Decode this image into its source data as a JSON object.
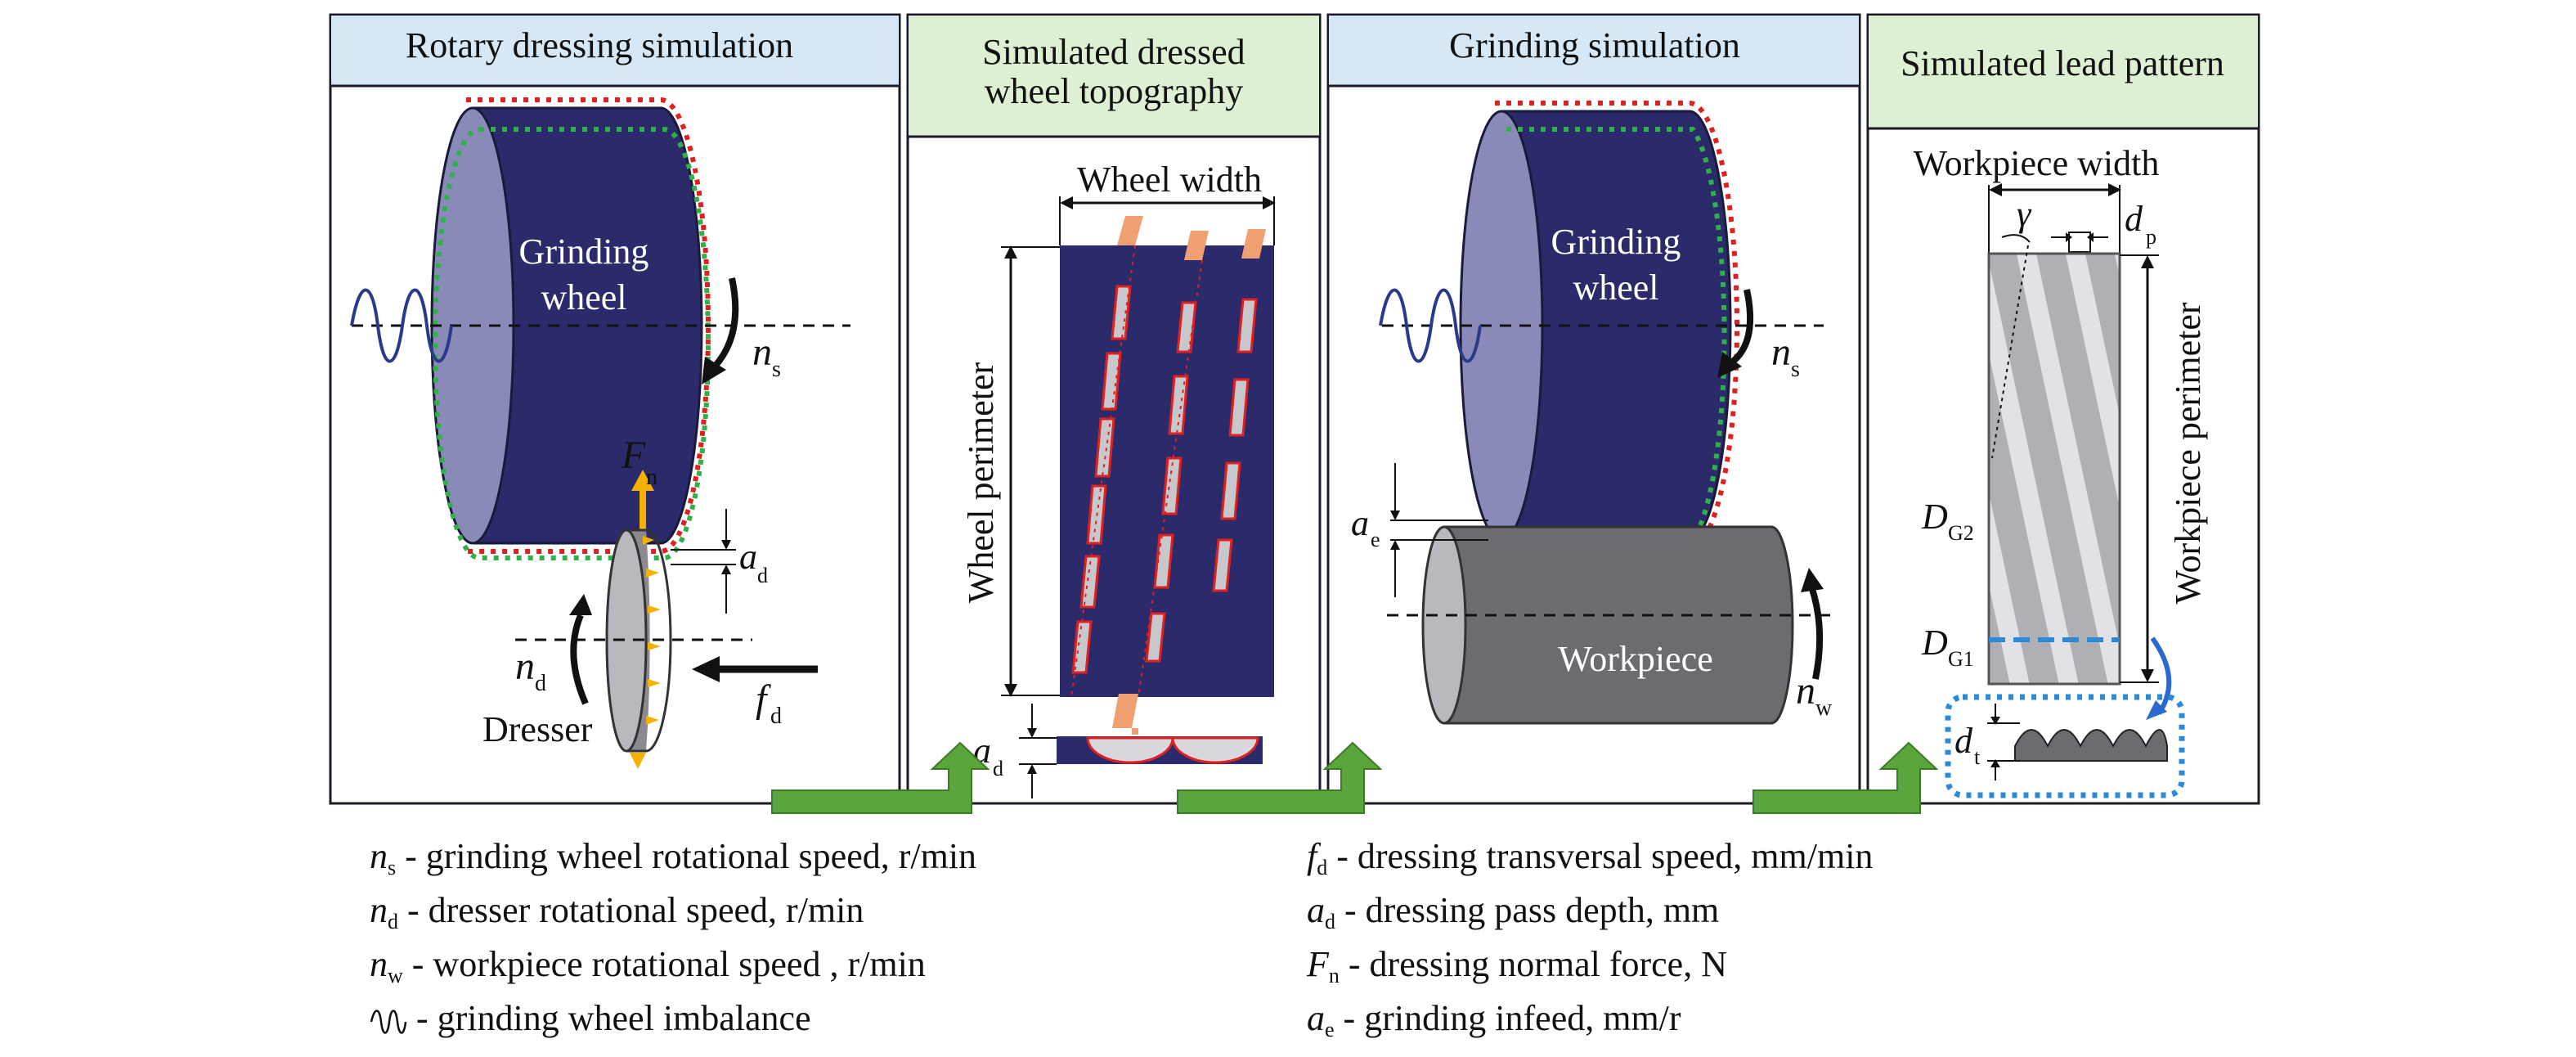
{
  "panels": [
    {
      "title": "Rotary dressing simulation"
    },
    {
      "title_lines": [
        "Simulated dressed",
        "wheel topography"
      ]
    },
    {
      "title": "Grinding simulation"
    },
    {
      "title": "Simulated lead pattern"
    }
  ],
  "labels": {
    "grinding_wheel_1": "Grinding",
    "grinding_wheel_2": "wheel",
    "n": "n",
    "s_sub": "s",
    "d_sub": "d",
    "w_sub": "w",
    "F": "F",
    "n_sub": "n",
    "a": "a",
    "e_sub": "e",
    "f": "f",
    "dresser": "Dresser",
    "wheel_width": "Wheel width",
    "wheel_perimeter": "Wheel perimeter",
    "workpiece": "Workpiece",
    "workpiece_width": "Workpiece width",
    "workpiece_perimeter": "Workpiece perimeter",
    "gamma": "γ",
    "d": "d",
    "p_sub": "p",
    "t_sub": "t",
    "D": "D",
    "G1_sub": "G1",
    "G2_sub": "G2"
  },
  "legend_left": [
    {
      "symbol": "n",
      "sub": "s",
      "text": " - grinding wheel rotational speed, r/min"
    },
    {
      "symbol": "n",
      "sub": "d",
      "text": " - dresser rotational speed, r/min"
    },
    {
      "symbol": "n",
      "sub": "w",
      "text": " - workpiece rotational speed , r/min"
    },
    {
      "symbol": "",
      "sub": "",
      "text": " - grinding wheel imbalance"
    }
  ],
  "legend_right": [
    {
      "symbol": "f",
      "sub": "d",
      "text": " - dressing transversal speed, mm/min"
    },
    {
      "symbol": "a",
      "sub": "d",
      "text": " - dressing pass depth, mm"
    },
    {
      "symbol": "F",
      "sub": "n",
      "text": " - dressing normal force, N"
    },
    {
      "symbol": "a",
      "sub": "e",
      "text": " - grinding infeed, mm/r"
    }
  ],
  "colors": {
    "wheel": "#2b2a6b",
    "title_blue": "#d6e7f5",
    "title_green": "#def0d3",
    "arrow_green": "#5aa63c",
    "workpiece": "#6b6b70",
    "red_dot": "#e02020",
    "green_dot": "#2fb04a",
    "blue_dot": "#2a8ad8",
    "orange": "#f0a070",
    "force": "#f5b100"
  }
}
